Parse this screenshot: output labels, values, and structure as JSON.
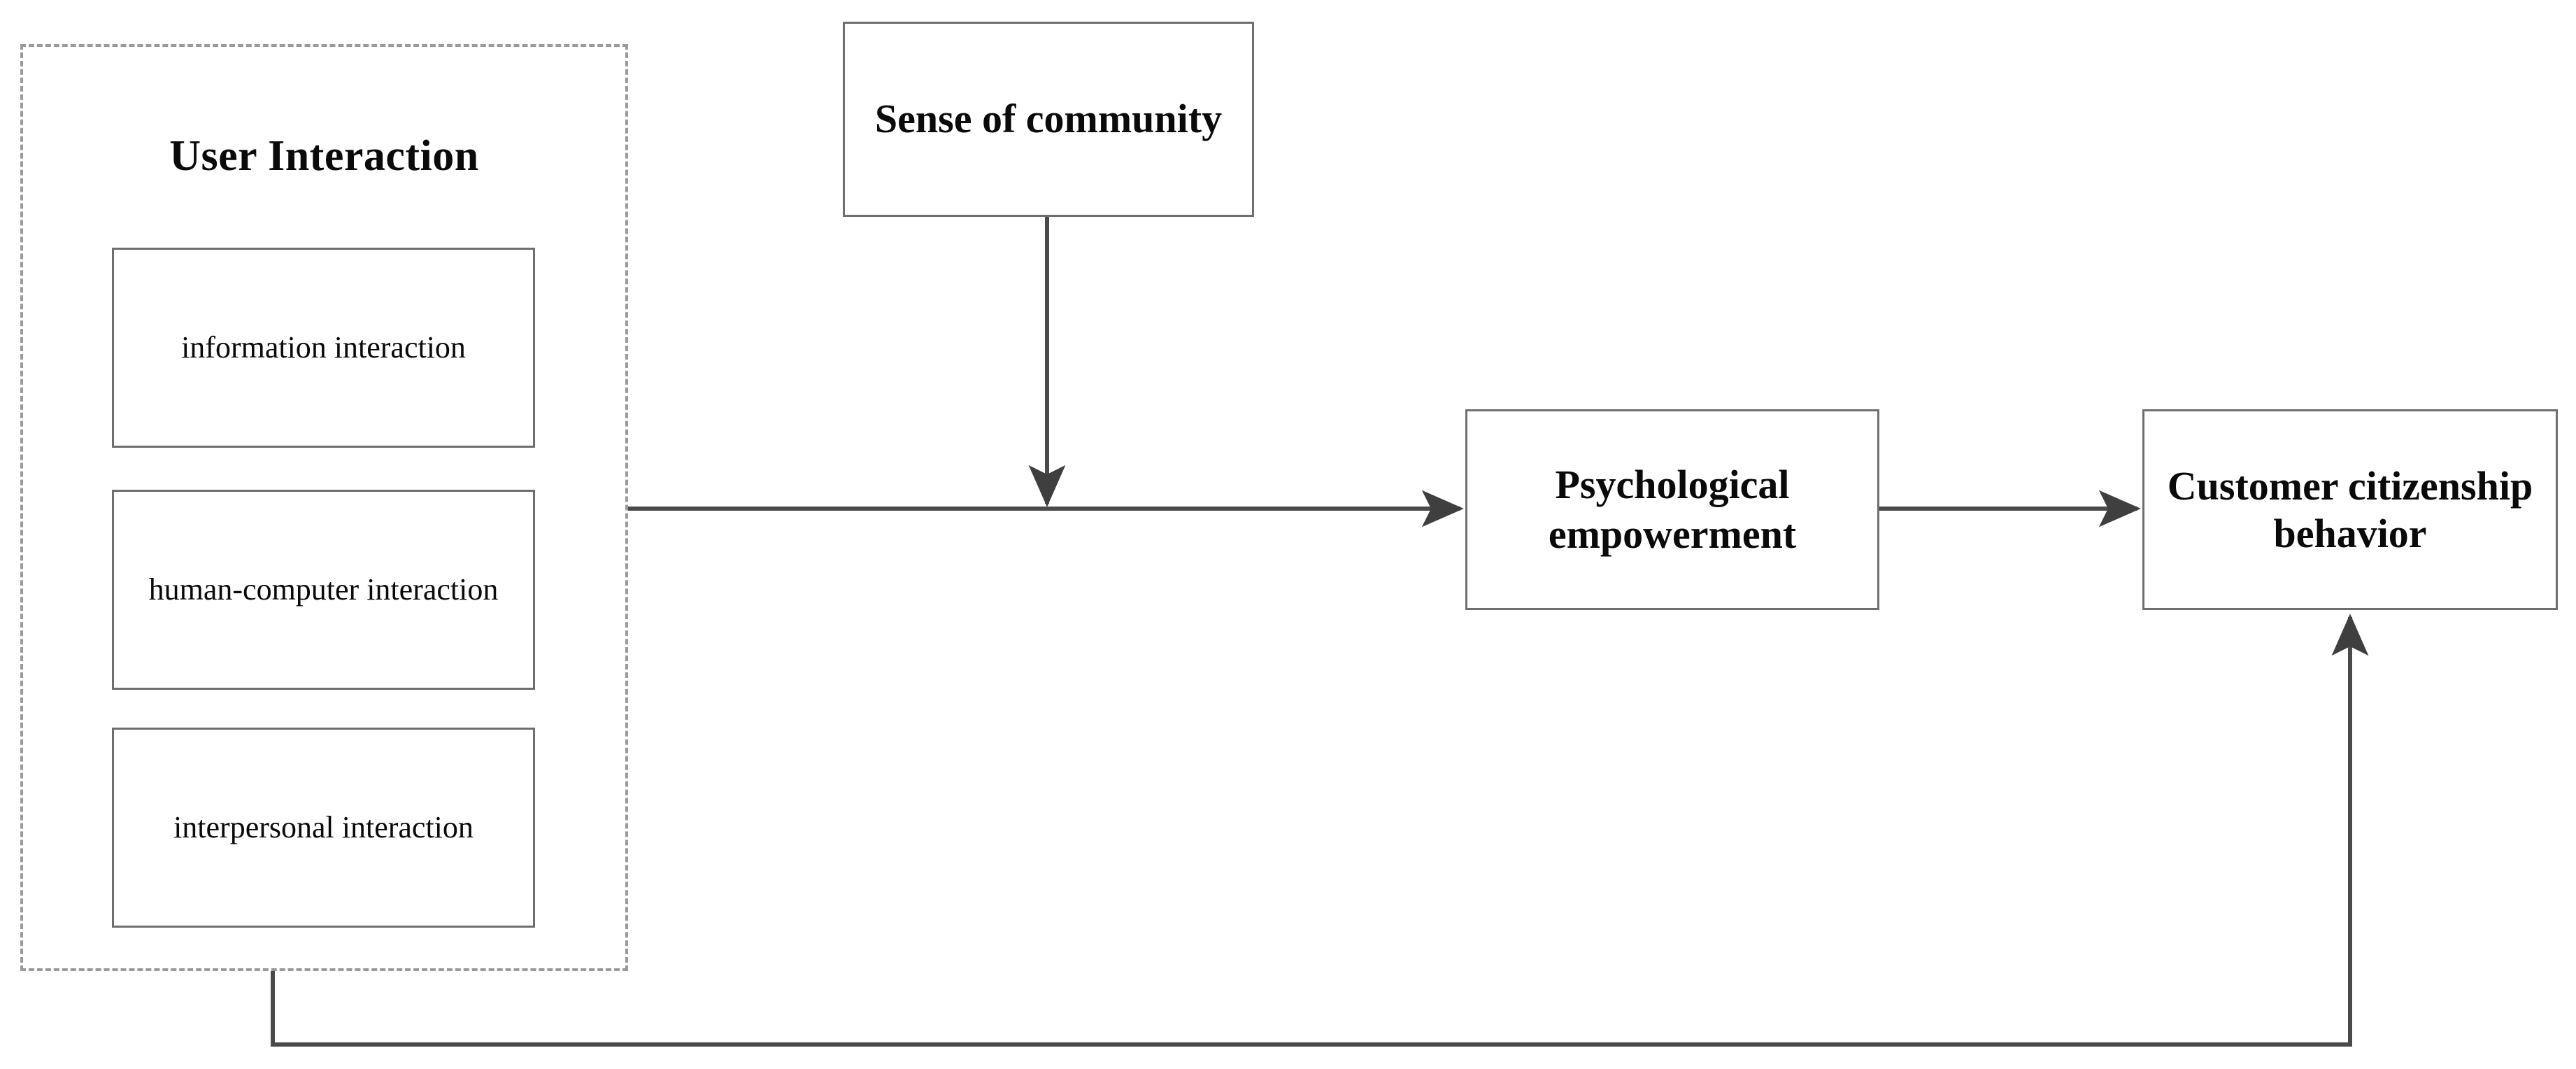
{
  "diagram": {
    "type": "conceptual-research-model",
    "background_color": "#ffffff",
    "line_color": "#4a4a4a",
    "box_border_color": "#6e6e6e",
    "group_border_color": "#9a9a9a",
    "text_color": "#0a0a0a",
    "group": {
      "title": "User Interaction",
      "border_style": "dashed",
      "items": [
        {
          "label": "information interaction"
        },
        {
          "label": "human-computer interaction"
        },
        {
          "label": "interpersonal interaction"
        }
      ]
    },
    "nodes": [
      {
        "id": "sense-of-community",
        "label": "Sense of community"
      },
      {
        "id": "psychological-empowerment",
        "label": "Psychological empowerment"
      },
      {
        "id": "customer-citizenship-behavior",
        "label": "Customer citizenship behavior"
      }
    ],
    "edges": [
      {
        "id": "user-interaction-to-psychological-empowerment",
        "from": "User Interaction",
        "to": "Psychological empowerment",
        "style": "solid",
        "arrow": "single"
      },
      {
        "id": "sense-of-community-to-main-path",
        "from": "Sense of community",
        "to": "user-interaction-to-psychological-empowerment",
        "style": "solid",
        "arrow": "single"
      },
      {
        "id": "psychological-empowerment-to-customer-citizenship-behavior",
        "from": "Psychological empowerment",
        "to": "Customer citizenship behavior",
        "style": "solid",
        "arrow": "single"
      },
      {
        "id": "user-interaction-to-customer-citizenship-behavior",
        "from": "User Interaction",
        "to": "Customer citizenship behavior",
        "style": "solid",
        "arrow": "single",
        "routing": "bottom-feedback-path"
      }
    ]
  }
}
